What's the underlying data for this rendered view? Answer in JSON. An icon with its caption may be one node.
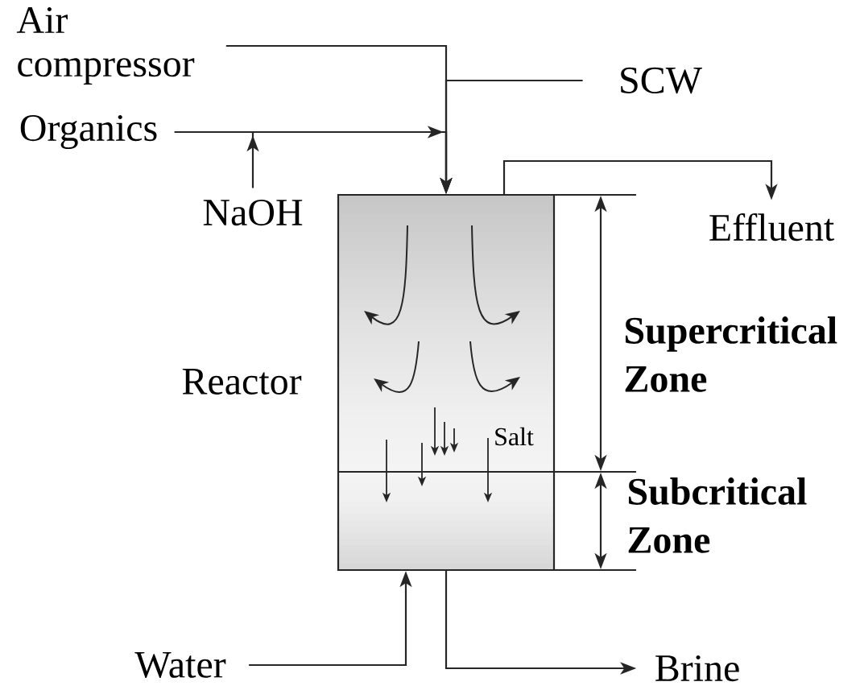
{
  "diagram": {
    "nodes": [
      {
        "text": [
          "Air compressor"
        ]
      },
      {
        "text": [
          "SCW"
        ]
      },
      {
        "text": [
          "Organics"
        ]
      },
      {
        "text": [
          "NaOH"
        ]
      },
      {
        "text": [],
        "shape": "box",
        "beside": [
          "Reactor"
        ]
      },
      {
        "text": [
          "Effluent"
        ]
      },
      {
        "text": [
          "Water"
        ]
      },
      {
        "text": [
          "Brine"
        ]
      }
    ],
    "edges": [
      {
        "from": 0,
        "to": 4,
        "arrow": "to"
      },
      {
        "from": 1,
        "to": 4,
        "arrow": "to"
      },
      {
        "from": 2,
        "to": 4,
        "arrow": "to"
      },
      {
        "from": 3,
        "to": 4,
        "arrow": "to"
      },
      {
        "from": 4,
        "to": 5,
        "arrow": "to"
      },
      {
        "from": 6,
        "to": 4,
        "arrow": "to"
      },
      {
        "from": 4,
        "to": 7,
        "arrow": "to"
      }
    ],
    "labels": [
      "Supercritical Zone",
      "Salt",
      "Subcritical Zone"
    ]
  }
}
